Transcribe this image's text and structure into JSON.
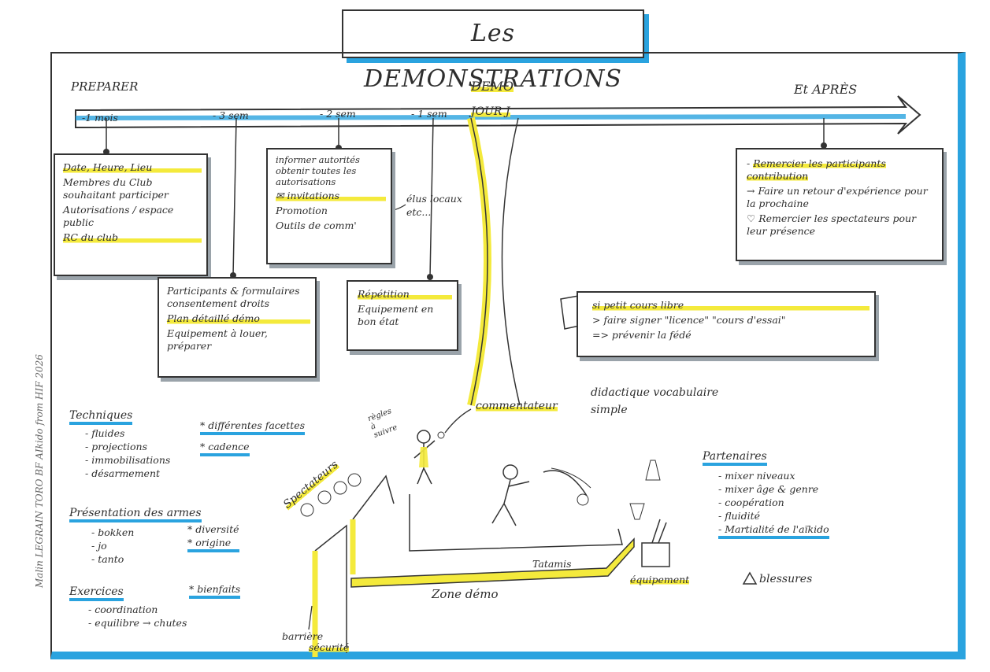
{
  "title": "Les DEMONSTRATIONS",
  "timeline": {
    "preparer": "PREPARER",
    "demo": "DEMO",
    "jour_j": "JOUR J",
    "apres": "Et APRÈS",
    "ticks": [
      "-1 mois",
      "- 3 sem",
      "- 2 sem",
      "- 1 sem"
    ]
  },
  "box1": [
    "Date, Heure, Lieu",
    "Membres du Club souhaitant participer",
    "Autorisations / espace public",
    "RC du club"
  ],
  "box2": [
    "Participants & formulaires consentement droits",
    "Plan détaillé démo",
    "Equipement à louer, préparer"
  ],
  "box3": [
    "informer autorités obtenir toutes les autorisations",
    "invitations",
    "Promotion",
    "Outils de comm'"
  ],
  "elus_note": "élus locaux etc...",
  "box4": [
    "Répétition",
    "Equipement en bon état"
  ],
  "box5": [
    "Remercier les participants contribution",
    "Faire un retour d'expérience pour la prochaine",
    "Remercier les spectateurs pour leur présence"
  ],
  "box6": [
    "si petit cours libre",
    "> faire signer \"licence\" \"cours d'essai\"",
    "=> prévenir la fédé"
  ],
  "techniques": {
    "heading": "Techniques",
    "items": [
      "- fluides",
      "- projections",
      "- immobilisations",
      "- désarmement"
    ],
    "side": [
      "* différentes facettes",
      "* cadence"
    ]
  },
  "armes": {
    "heading": "Présentation des armes",
    "items": [
      "- bokken",
      "- jo",
      "- tanto"
    ],
    "side": [
      "* diversité",
      "* origine"
    ]
  },
  "exercices": {
    "heading": "Exercices",
    "items": [
      "- coordination",
      "- equilibre → chutes"
    ],
    "side": [
      "* bienfaits"
    ]
  },
  "partenaires": {
    "heading": "Partenaires",
    "items": [
      "- mixer niveaux",
      "- mixer âge & genre",
      "- coopération",
      "- fluidité",
      "- Martialité de l'aïkido"
    ],
    "blessures": "blessures"
  },
  "scene": {
    "regles": "règles à suivre",
    "commentateur": "commentateur",
    "didactique": "didactique vocabulaire simple",
    "spectateurs": "Spectateurs",
    "tatamis": "Tatamis",
    "zone": "Zone démo",
    "equipement": "équipement",
    "barriere": "barrière",
    "securite": "sécurité"
  },
  "credit": "Malin LEGRAIN TORO  BF AIkido from HIF 2026"
}
